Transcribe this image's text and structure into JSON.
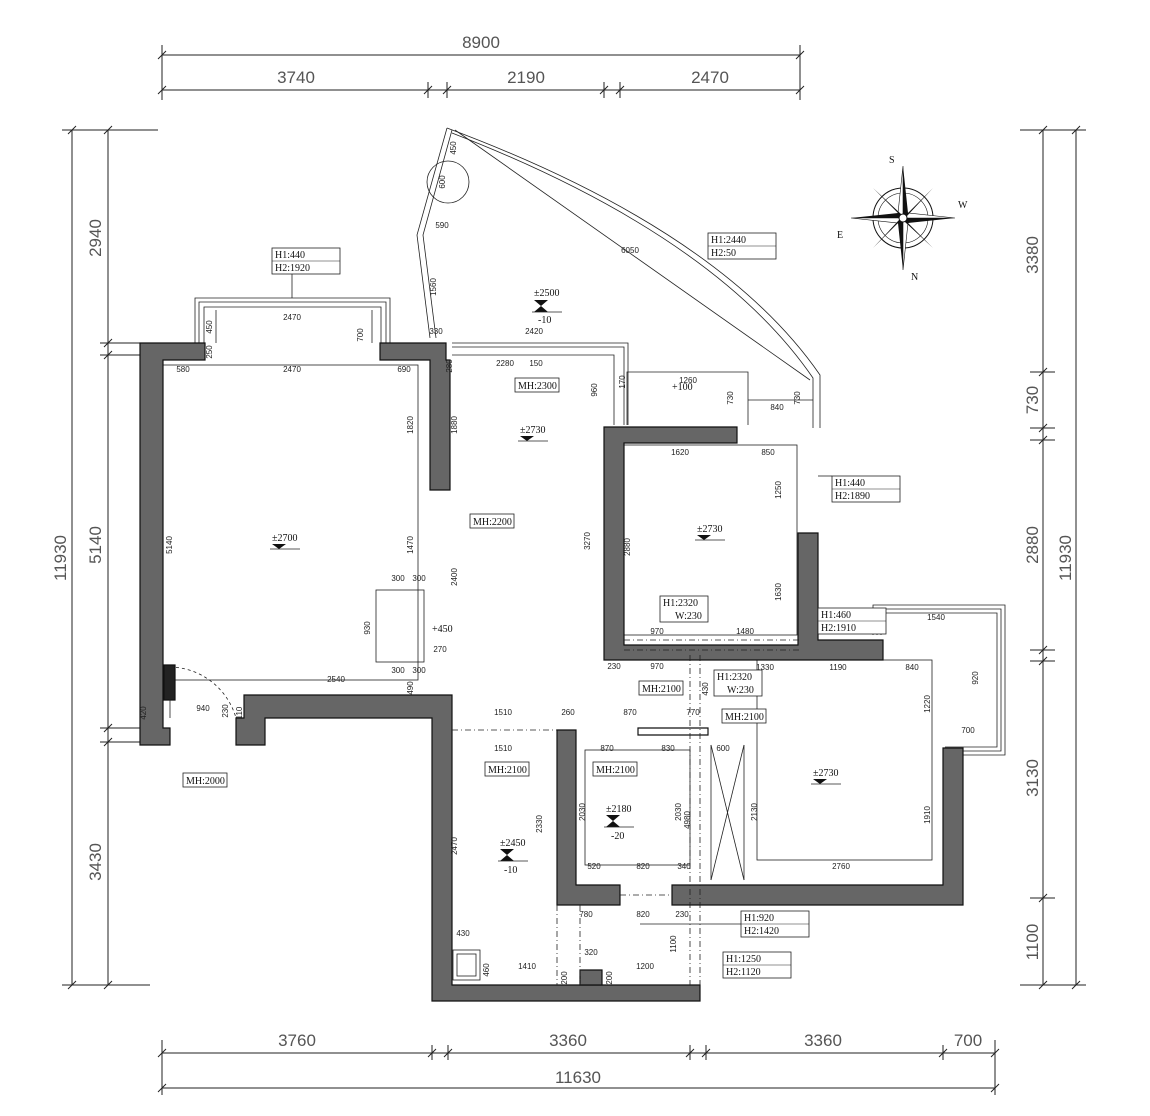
{
  "top_dims": {
    "total": "8900",
    "seg1": "3740",
    "seg2": "2190",
    "seg3": "2470"
  },
  "bottom_dims": {
    "seg1": "3760",
    "seg2": "3360",
    "seg3": "3360",
    "seg4": "700",
    "total": "11630"
  },
  "left_dims": {
    "total": "11930",
    "seg1": "2940",
    "seg2": "5140",
    "seg3": "3430"
  },
  "right_dims": {
    "total": "11930",
    "seg1": "3380",
    "seg2": "730",
    "seg3": "2880",
    "seg4": "3130",
    "seg5": "1100"
  },
  "compass": {
    "n": "N",
    "s": "S",
    "e": "E",
    "w": "W"
  },
  "windows": [
    {
      "h1": "H1:440",
      "h2": "H2:1920"
    },
    {
      "h1": "H1:2440",
      "h2": "H2:50"
    },
    {
      "h1": "H1:440",
      "h2": "H2:1890"
    },
    {
      "h1": "H1:460",
      "h2": "H2:1910"
    },
    {
      "h1": "H1:920",
      "h2": "H2:1420"
    },
    {
      "h1": "H1:1250",
      "h2": "H2:1120"
    },
    {
      "h1": "H1:2320",
      "h2": "W:230"
    },
    {
      "h1": "H1:2320",
      "h2": "W:230"
    }
  ],
  "doors": [
    "MH:2300",
    "MH:2200",
    "MH:2000",
    "MH:2100",
    "MH:2100",
    "MH:2100",
    "MH:2100"
  ],
  "levels": [
    {
      "value": "±2500",
      "sub": "-10"
    },
    {
      "value": "±2730",
      "sub": ""
    },
    {
      "value": "±2700",
      "sub": ""
    },
    {
      "value": "±2730",
      "sub": ""
    },
    {
      "value": "±2730",
      "sub": ""
    },
    {
      "value": "±2180",
      "sub": "-20"
    },
    {
      "value": "±2450",
      "sub": "-10"
    }
  ],
  "marks": {
    "plus100": "+100",
    "plus450": "+450"
  },
  "small_dims": [
    "2470",
    "2470",
    "580",
    "690",
    "450",
    "700",
    "250",
    "1820",
    "5140",
    "1470",
    "2400",
    "1880",
    "930",
    "300",
    "300",
    "270",
    "2540",
    "300",
    "300",
    "490",
    "420",
    "940",
    "230",
    "110",
    "2420",
    "330",
    "280",
    "2280",
    "150",
    "600",
    "450",
    "590",
    "1560",
    "6050",
    "960",
    "170",
    "1260",
    "730",
    "840",
    "730",
    "3270",
    "1620",
    "850",
    "2880",
    "1250",
    "1630",
    "970",
    "1480",
    "230",
    "970",
    "430",
    "1330",
    "1190",
    "840",
    "1540",
    "920",
    "1220",
    "700",
    "1510",
    "260",
    "870",
    "770",
    "1510",
    "870",
    "830",
    "600",
    "2330",
    "2030",
    "2030",
    "2130",
    "1910",
    "2470",
    "520",
    "820",
    "340",
    "2760",
    "780",
    "820",
    "230",
    "1100",
    "430",
    "460",
    "1410",
    "320",
    "1200",
    "200",
    "200",
    "4980"
  ]
}
